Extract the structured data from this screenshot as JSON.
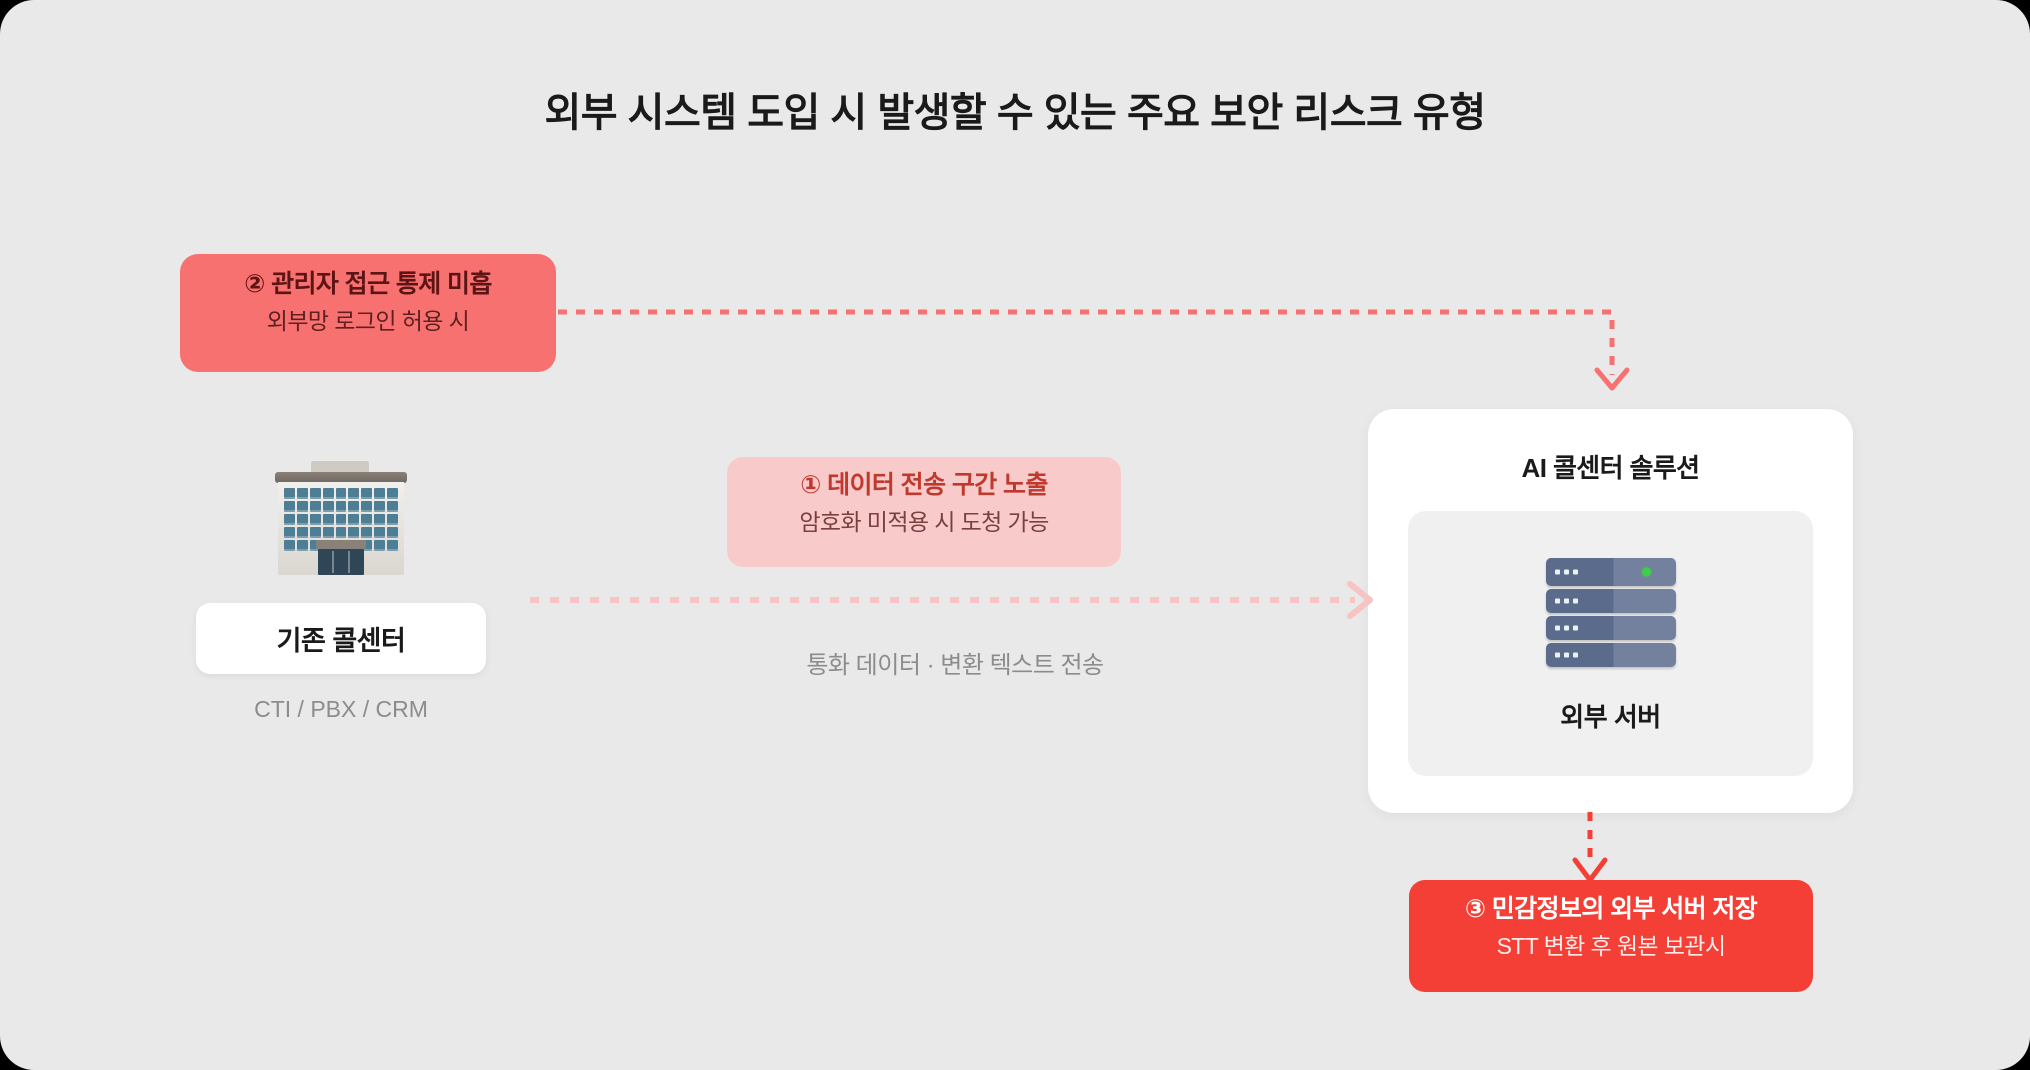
{
  "title": "외부 시스템 도입 시 발생할 수 있는 주요 보안 리스크 유형",
  "colors": {
    "page_background": "#E9E9E9",
    "badge_admin": "#F87171",
    "badge_transmission": "#F8CACA",
    "badge_storage": "#F43F36",
    "connector_admin": "#F87171",
    "connector_flow": "#F8C3C3",
    "connector_storage": "#F43F36",
    "server_body": "#5B6B8C",
    "server_led": "#3ECF4A",
    "title_text": "#1A1A1A",
    "muted_text": "#8C8C8C"
  },
  "badges": [
    {
      "id": "transmission",
      "marker": "①",
      "heading": "① 데이터 전송 구간 노출",
      "subtext": "암호화 미적용 시 도청 가능"
    },
    {
      "id": "admin",
      "marker": "②",
      "heading": "② 관리자 접근 통제 미흡",
      "subtext": "외부망 로그인 허용 시"
    },
    {
      "id": "storage",
      "marker": "③",
      "heading": "③ 민감정보의 외부 서버 저장",
      "subtext": "STT 변환 후 원본 보관시"
    }
  ],
  "nodes": {
    "call_center": {
      "icon": "office-building-emoji",
      "label": "기존 콜센터",
      "sublabel": "CTI / PBX / CRM"
    },
    "solution": {
      "title": "AI 콜센터 솔루션",
      "server": {
        "icon": "server-rack-emoji",
        "label": "외부 서버"
      }
    }
  },
  "connectors": {
    "data_flow_label": "통화 데이터 · 변환 텍스트 전송",
    "admin_path": "badge-admin → solution-card",
    "storage_path": "solution-card → badge-storage"
  }
}
